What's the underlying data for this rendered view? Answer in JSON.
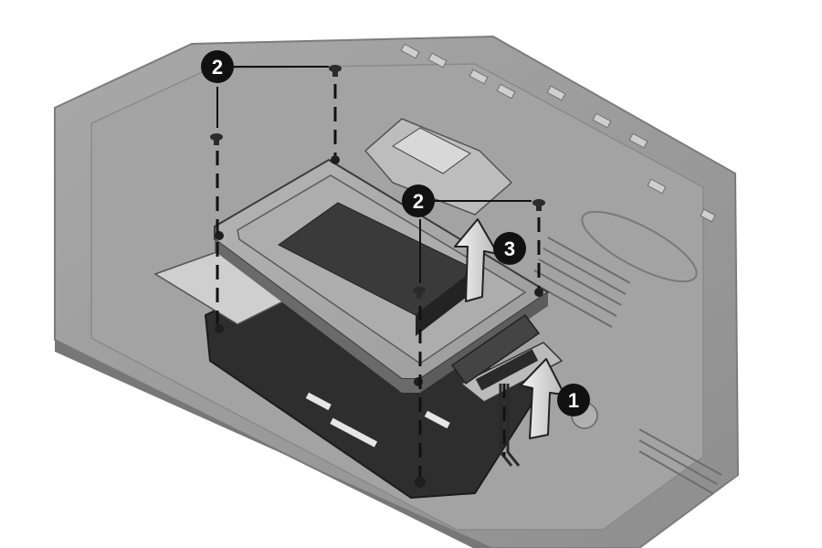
{
  "callouts": [
    {
      "id": "callout-2-left",
      "label": "2"
    },
    {
      "id": "callout-2-right",
      "label": "2"
    },
    {
      "id": "callout-3",
      "label": "3"
    },
    {
      "id": "callout-1",
      "label": "1"
    }
  ],
  "colors": {
    "background": "#ffffff",
    "chassis": "#9b9b9b",
    "drive_frame": "#a4a4a4",
    "drive_body": "#3a3a3a",
    "bay": "#2e2e2e",
    "callout_fill": "#111111",
    "callout_text": "#ffffff",
    "leader_line": "#111111"
  },
  "icons": [
    "screw-icon",
    "arrow-up-icon",
    "hard-drive-icon",
    "connector-icon"
  ]
}
